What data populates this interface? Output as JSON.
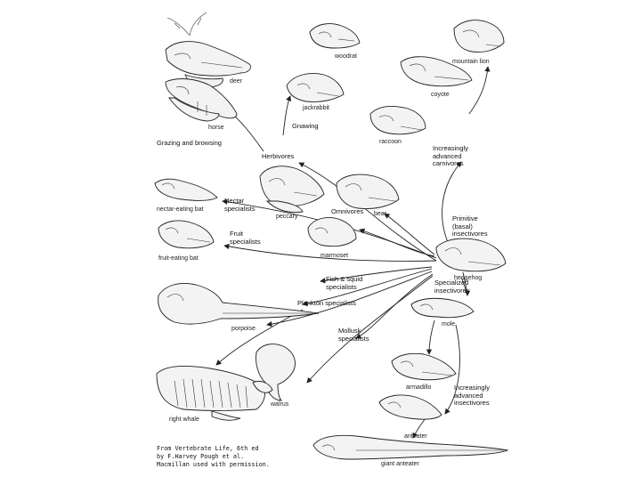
{
  "specimens": {
    "deer": "deer",
    "horse": "horse",
    "woodrat": "woodrat",
    "jackrabbit": "jackrabbit",
    "mountain_lion": "mountain lion",
    "coyote": "coyote",
    "raccoon": "raccoon",
    "nectar_bat": "nectar-eating bat",
    "peccary": "peccary",
    "bear": "bear",
    "marmoset": "marmoset",
    "fruit_bat": "fruit-eating bat",
    "hedgehog": "hedgehog",
    "porpoise": "porpoise",
    "mole": "mole",
    "armadillo": "armadillo",
    "right_whale": "right whale",
    "walrus": "walrus",
    "anteater": "anteater",
    "giant_anteater": "giant anteater"
  },
  "groups": {
    "grazing": "Grazing and browsing",
    "gnawing": "Gnawing",
    "herbivores": "Herbivores",
    "omnivores": "Omnivores",
    "nectar": [
      "Nectar",
      "specialists"
    ],
    "fruit": [
      "Fruit",
      "specialists"
    ],
    "carnivores": [
      "Increasingly",
      "advanced",
      "carnivores"
    ],
    "primitive": [
      "Primitive",
      "(basal)",
      "insectivores"
    ],
    "specialized": [
      "Specialized",
      "insectivores"
    ],
    "fish": [
      "Fish & squid",
      "specialists"
    ],
    "plankton": "Plankton specialists",
    "mollusk": [
      "Mollusk",
      "specialists"
    ],
    "insectivores_adv": [
      "Increasingly",
      "advanced",
      "insectivores"
    ]
  },
  "credit": [
    "From Vertebrate Life, 6th ed",
    "by F.Harvey Pough et al.",
    "Macmillan used with permission."
  ]
}
